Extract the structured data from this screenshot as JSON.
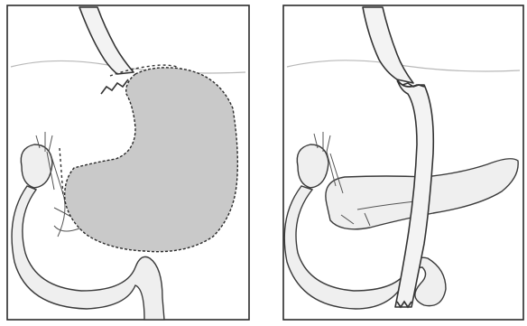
{
  "figure": {
    "panels": [
      {
        "id": "left",
        "depicts": "stomach-resection-area",
        "shading_color": "#c9c9c9"
      },
      {
        "id": "right",
        "depicts": "esophagus-jejunum-reconstruction",
        "shading_color": "#ffffff"
      }
    ],
    "line_color": "#2b2b2b",
    "background": "#ffffff"
  }
}
